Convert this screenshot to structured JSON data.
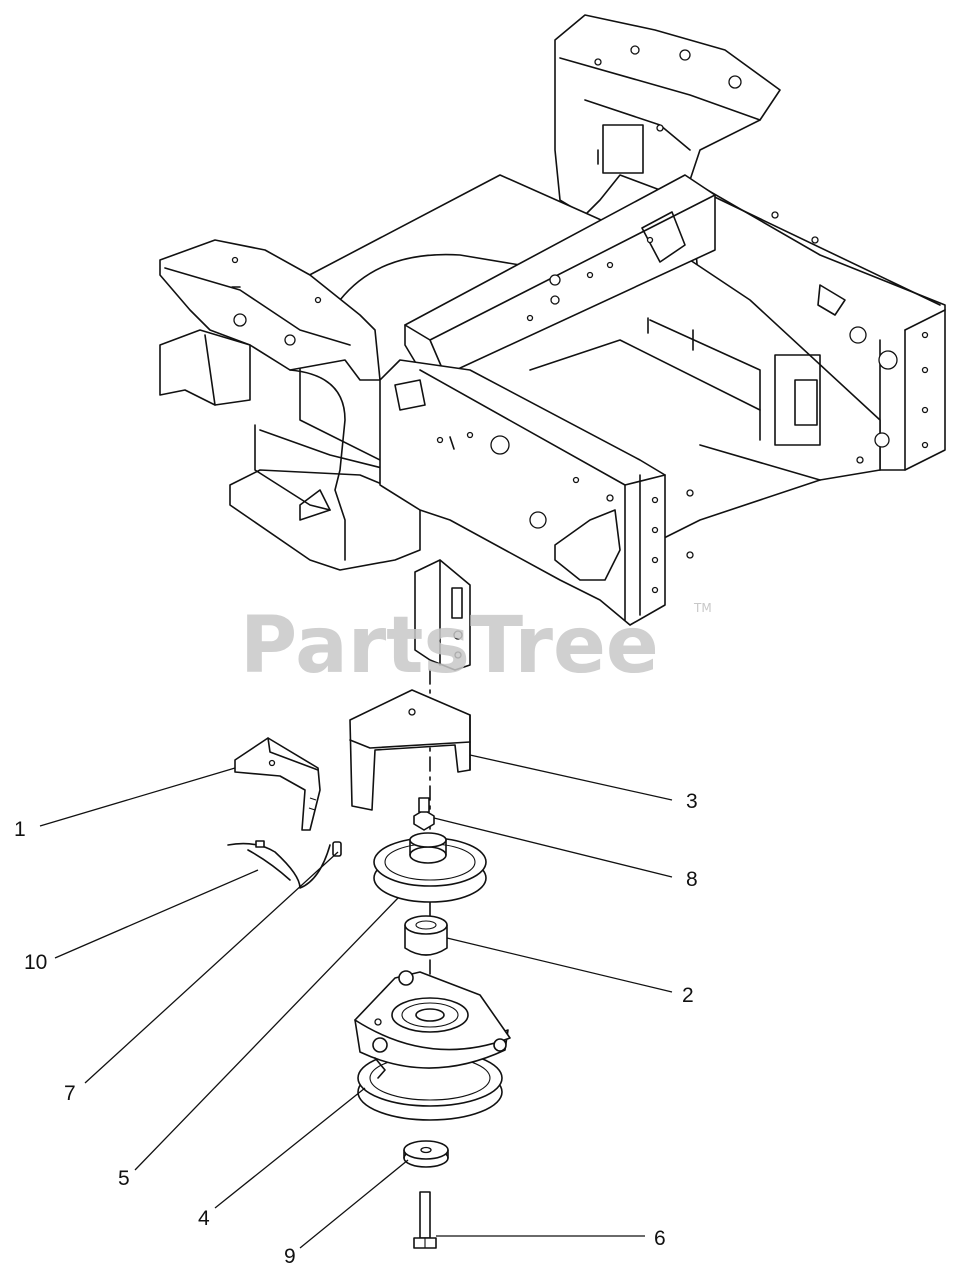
{
  "watermark": {
    "text": "PartsTree",
    "mark": "TM"
  },
  "callouts": [
    {
      "id": "c1",
      "label": "1",
      "part": "bracket"
    },
    {
      "id": "c2",
      "label": "2",
      "part": "spacer"
    },
    {
      "id": "c3",
      "label": "3",
      "part": "clutch-bracket"
    },
    {
      "id": "c4",
      "label": "4",
      "part": "electric-clutch"
    },
    {
      "id": "c5",
      "label": "5",
      "part": "idler-pulley"
    },
    {
      "id": "c6",
      "label": "6",
      "part": "bolt"
    },
    {
      "id": "c7",
      "label": "7",
      "part": "connector"
    },
    {
      "id": "c8",
      "label": "8",
      "part": "nut"
    },
    {
      "id": "c9",
      "label": "9",
      "part": "washer"
    },
    {
      "id": "c10",
      "label": "10",
      "part": "cable-tie"
    }
  ]
}
